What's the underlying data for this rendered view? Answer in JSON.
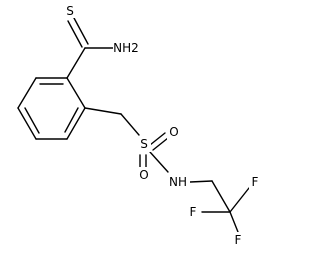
{
  "molecule": {
    "atoms": {
      "thione_s": "S",
      "amide_nh2": "NH2",
      "sulfonyl_s": "S",
      "sulfonyl_o1": "O",
      "sulfonyl_o2": "O",
      "sulfonamide_nh": "NH",
      "fluorine_1": "F",
      "fluorine_2": "F",
      "fluorine_3": "F"
    }
  }
}
